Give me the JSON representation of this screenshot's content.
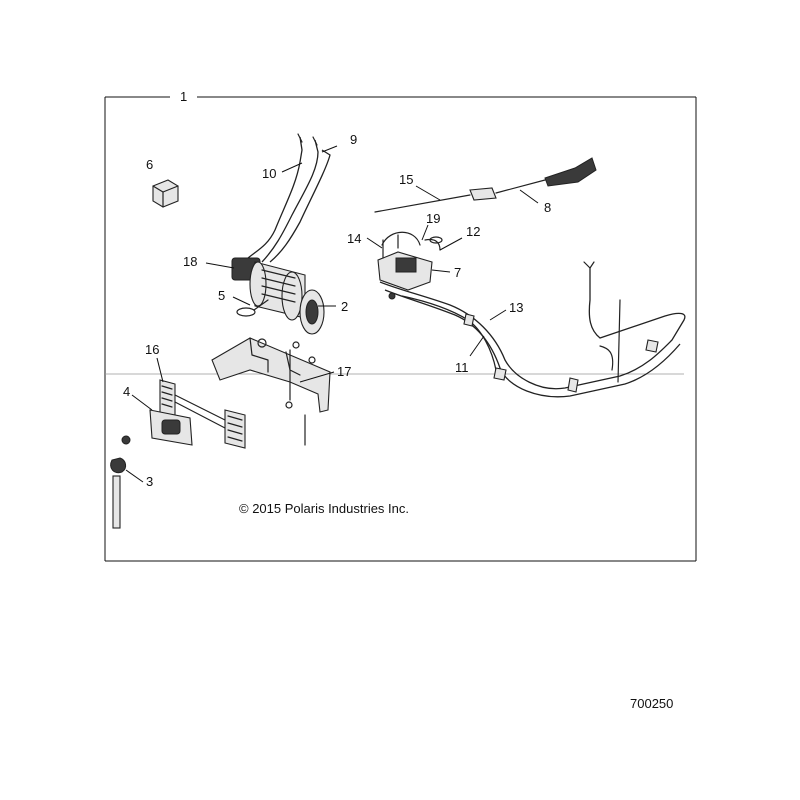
{
  "callouts": {
    "c1": "1",
    "c2": "2",
    "c3": "3",
    "c4": "4",
    "c5": "5",
    "c6": "6",
    "c7": "7",
    "c8": "8",
    "c9": "9",
    "c10": "10",
    "c11": "11",
    "c12": "12",
    "c13": "13",
    "c14": "14",
    "c15": "15",
    "c16": "16",
    "c17": "17",
    "c18": "18",
    "c19": "19"
  },
  "copyright": "© 2015 Polaris Industries Inc.",
  "document_number": "700250"
}
